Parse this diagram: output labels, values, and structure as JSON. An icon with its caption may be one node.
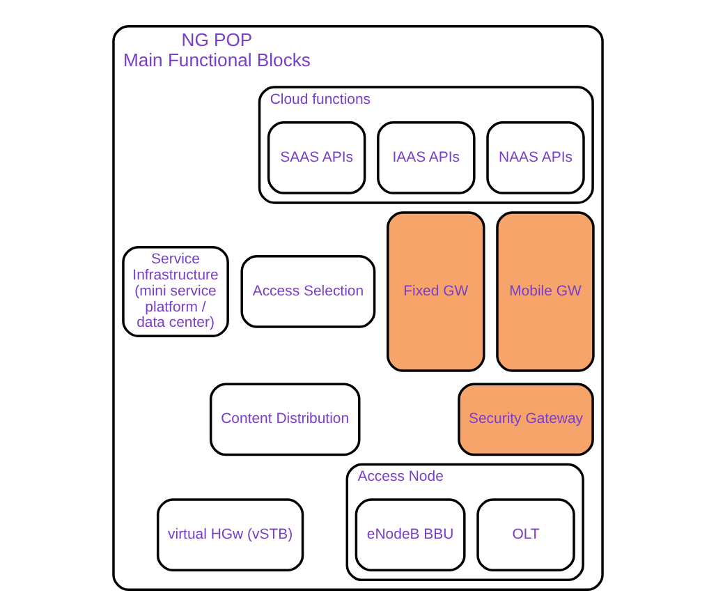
{
  "diagram": {
    "nodes": [
      {
        "text": [
          "NG POP",
          "Main Functional Blocks"
        ]
      },
      {
        "text": [
          "Cloud functions"
        ],
        "in": 0
      },
      {
        "text": [
          "NAAS APIs"
        ],
        "in": 1
      },
      {
        "text": [
          "IAAS APIs"
        ],
        "in": 1
      },
      {
        "text": [
          "SAAS APIs"
        ],
        "in": 1
      },
      {
        "text": [
          "Mobile GW"
        ],
        "in": 0
      },
      {
        "text": [
          "Fixed GW"
        ],
        "in": 0
      },
      {
        "text": [
          "Access Selection"
        ],
        "in": 0
      },
      {
        "text": [
          "Service Infrastructure (mini service platform / data center)"
        ],
        "in": 0
      },
      {
        "text": [
          "Security Gateway"
        ],
        "in": 0
      },
      {
        "text": [
          "Content Distribution"
        ],
        "in": 0
      },
      {
        "text": [
          "Access Node"
        ],
        "in": 0
      },
      {
        "text": [
          "OLT"
        ],
        "in": 11
      },
      {
        "text": [
          "eNodeB BBU"
        ],
        "in": 11
      },
      {
        "text": [
          "virtual HGw (vSTB)"
        ],
        "in": 0
      }
    ]
  }
}
